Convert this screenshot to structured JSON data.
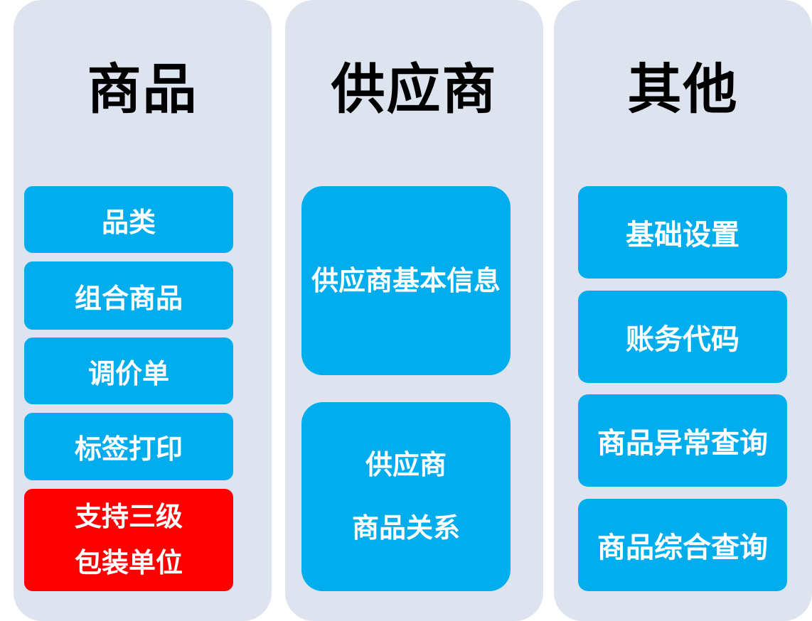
{
  "colors": {
    "panel_bg": "#dde4f0",
    "tile_blue": "#02adee",
    "tile_red": "#fe0000",
    "tile_text": "#ffffff",
    "title_text": "#000000"
  },
  "columns": [
    {
      "title": "商品",
      "items": [
        {
          "lines": [
            "品类"
          ]
        },
        {
          "lines": [
            "组合商品"
          ]
        },
        {
          "lines": [
            "调价单"
          ]
        },
        {
          "lines": [
            "标签打印"
          ]
        },
        {
          "lines": [
            "支持三级",
            "包装单位"
          ],
          "highlight": true
        }
      ]
    },
    {
      "title": "供应商",
      "items": [
        {
          "lines": [
            "供应商基本信息"
          ]
        },
        {
          "lines": [
            "供应商",
            "商品关系"
          ]
        }
      ]
    },
    {
      "title": "其他",
      "items": [
        {
          "lines": [
            "基础设置"
          ]
        },
        {
          "lines": [
            "账务代码"
          ]
        },
        {
          "lines": [
            "商品异常查询"
          ]
        },
        {
          "lines": [
            "商品综合查询"
          ]
        }
      ]
    }
  ]
}
